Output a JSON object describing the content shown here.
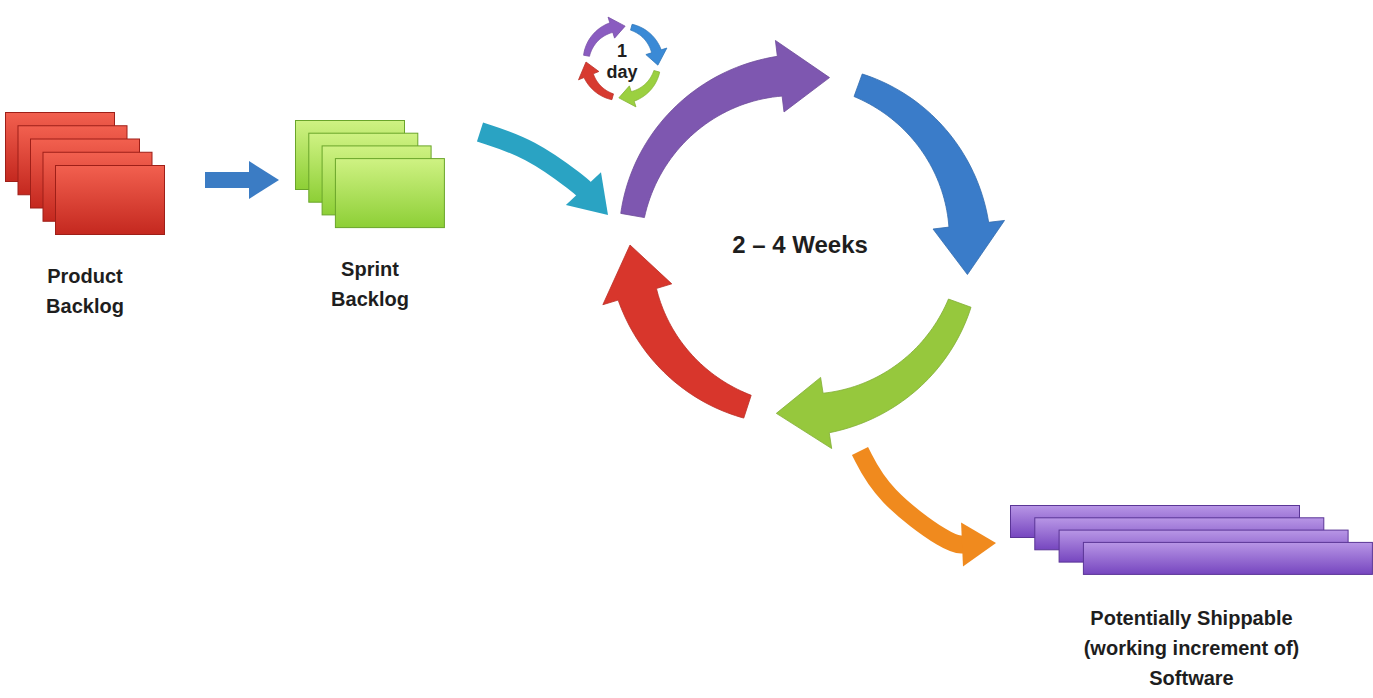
{
  "diagram": {
    "nodes": [
      {
        "text": [
          "Product Backlog"
        ]
      },
      {
        "text": [
          "Sprint Backlog"
        ]
      },
      {
        "text": [
          "2 – 4 Weeks"
        ]
      },
      {
        "text": [
          "1 day"
        ]
      },
      {
        "text": [
          "Potentially Shippable (working increment of) Software"
        ]
      }
    ],
    "edges": [
      {
        "from": 0,
        "to": 1,
        "arrow": "to"
      },
      {
        "from": 1,
        "to": 2,
        "arrow": "to"
      },
      {
        "from": 2,
        "to": 4,
        "arrow": "to"
      }
    ]
  }
}
